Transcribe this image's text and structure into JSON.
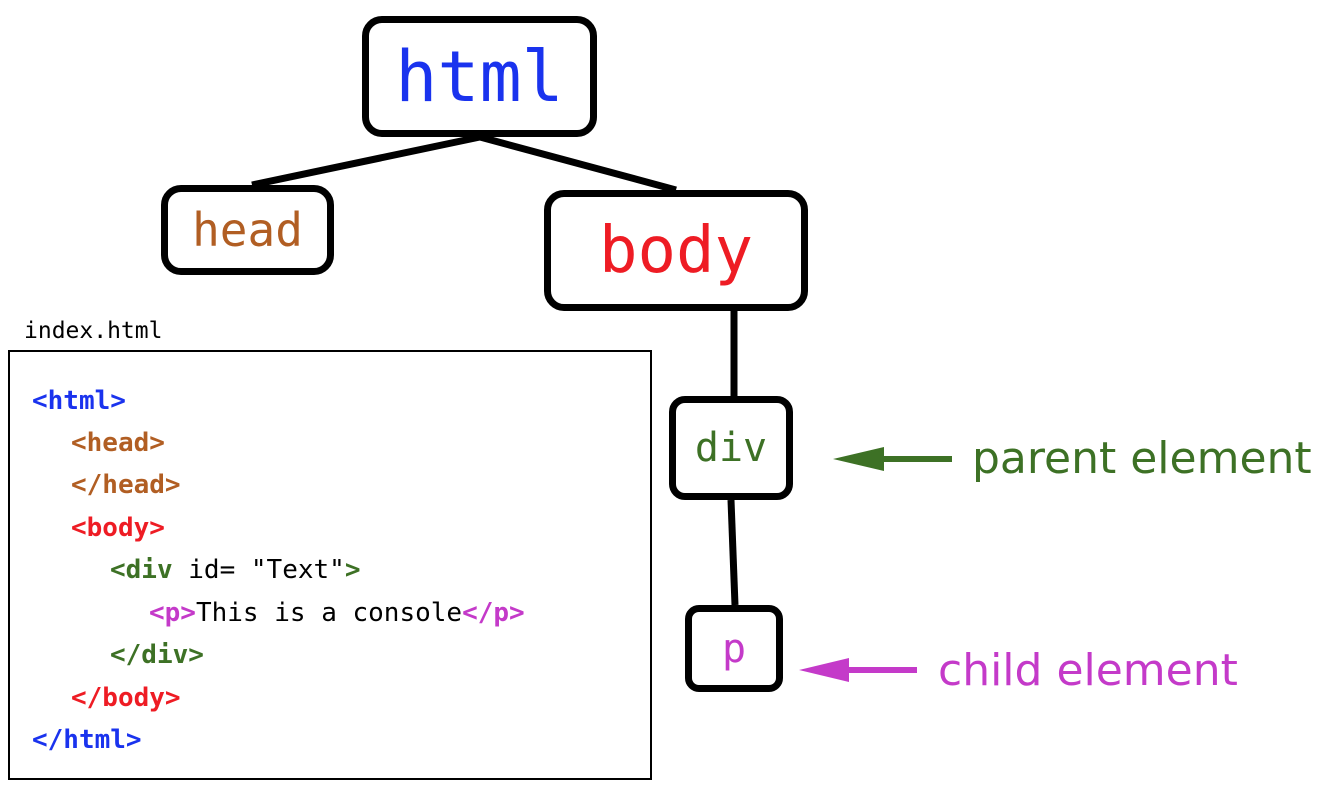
{
  "tree": {
    "html": "html",
    "head": "head",
    "body": "body",
    "div": "div",
    "p": "p"
  },
  "file_name": "index.html",
  "code": {
    "html_open": "<html>",
    "head_open": "<head>",
    "head_close": "</head>",
    "body_open": "<body>",
    "div_open_tag": "<div",
    "div_attr": " id= \"Text\"",
    "div_open_end": ">",
    "p_open": "<p>",
    "p_text": "This is a console",
    "p_close": "</p>",
    "div_close": "</div>",
    "body_close": "</body>",
    "html_close": "</html>"
  },
  "annotations": {
    "parent": "parent element",
    "child": "child element"
  },
  "colors": {
    "html": "#1a33ee",
    "head": "#b15e23",
    "body": "#ee1c24",
    "div": "#3d7125",
    "p": "#c43ac9"
  }
}
